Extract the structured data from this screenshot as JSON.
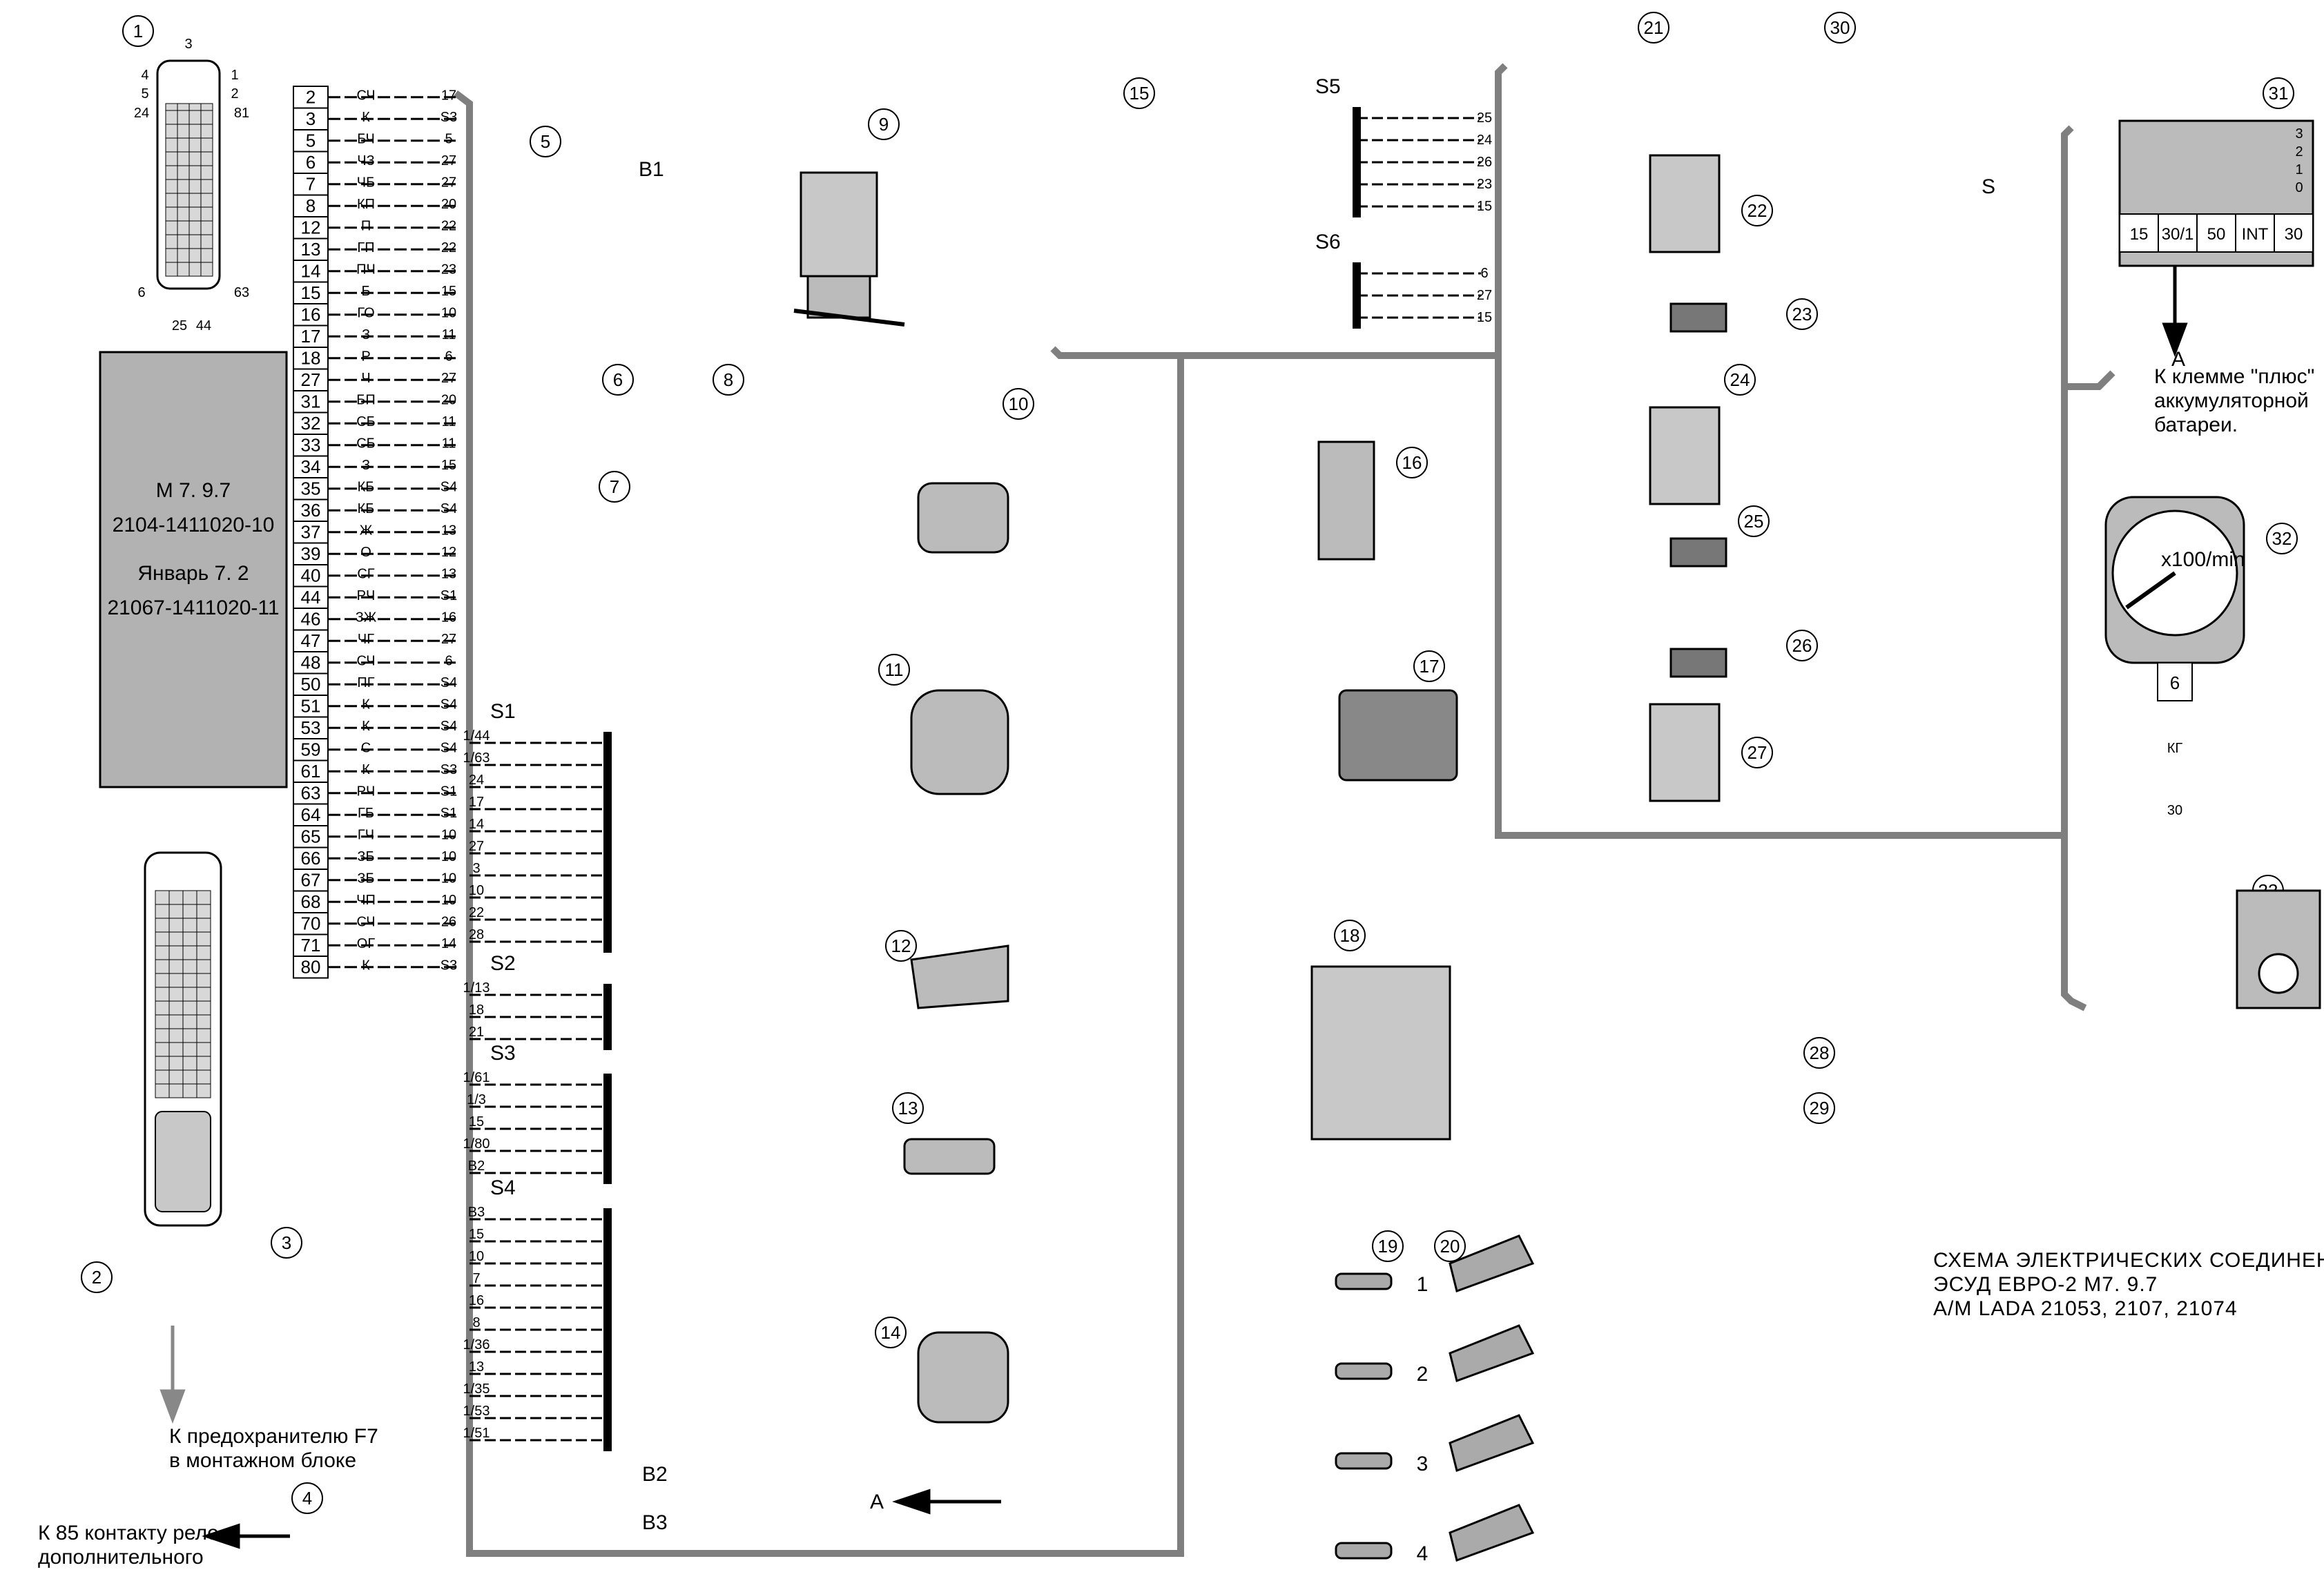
{
  "diagram": {
    "caption": {
      "line1": "СХЕМА ЭЛЕКТРИЧЕСКИХ СОЕДИНЕНИЙ",
      "line2": "ЭСУД ЕВРО-2 М7. 9.7",
      "line3": "А/М LADA 21053, 2107, 21074"
    },
    "ecu": {
      "line1": "М 7. 9.7",
      "line2": "2104-1411020-10",
      "line3": "Январь 7. 2",
      "line4": "21067-1411020-11",
      "pins": [
        "2",
        "3",
        "5",
        "6",
        "7",
        "8",
        "12",
        "13",
        "14",
        "15",
        "16",
        "17",
        "18",
        "27",
        "31",
        "32",
        "33",
        "34",
        "35",
        "36",
        "37",
        "39",
        "40",
        "44",
        "46",
        "47",
        "48",
        "50",
        "51",
        "53",
        "59",
        "61",
        "63",
        "64",
        "65",
        "66",
        "67",
        "68",
        "70",
        "71",
        "80"
      ],
      "wire_colors": [
        "СЧ",
        "К",
        "БЧ",
        "ЧЗ",
        "ЧБ",
        "КП",
        "П",
        "ГП",
        "ПЧ",
        "Б",
        "ГО",
        "З",
        "Р",
        "Ч",
        "БП",
        "СБ",
        "СБ",
        "З",
        "КБ",
        "КБ",
        "Ж",
        "О",
        "СГ",
        "РЧ",
        "ЗЖ",
        "ЧГ",
        "СЧ",
        "ПГ",
        "К",
        "К",
        "С",
        "К",
        "РЧ",
        "ГБ",
        "ГЧ",
        "ЗБ",
        "ЗБ",
        "ЧП",
        "СЧ",
        "ОГ",
        "К"
      ],
      "wire_ends": [
        "17",
        "S3",
        "5",
        "27",
        "27",
        "20",
        "22",
        "22",
        "23",
        "15",
        "10",
        "11",
        "6",
        "27",
        "20",
        "11",
        "11",
        "15",
        "S4",
        "S4",
        "13",
        "12",
        "13",
        "S1",
        "16",
        "27",
        "6",
        "S4",
        "S4",
        "S4",
        "S4",
        "S3",
        "S1",
        "S1",
        "10",
        "10",
        "10",
        "10",
        "26",
        "14",
        "S3"
      ]
    },
    "ecu_connector_labels": [
      "1",
      "2",
      "3",
      "4",
      "5",
      "6",
      "24",
      "25",
      "44",
      "63",
      "81"
    ],
    "components": {
      "c1": "1",
      "c2": "2",
      "c3": "3",
      "c4": "4",
      "c5": "5",
      "c6": "6",
      "c7": "7",
      "c8": "8",
      "c9": "9",
      "c10": "10",
      "c11": "11",
      "c12": "12",
      "c13": "13",
      "c14": "14",
      "c15": "15",
      "c16": "16",
      "c17": "17",
      "c18": "18",
      "c19": "19",
      "c20": "20",
      "c21": "21",
      "c22": "22",
      "c23": "23",
      "c24": "24",
      "c25": "25",
      "c26": "26",
      "c27": "27",
      "c28": "28",
      "c29": "29",
      "c30": "30",
      "c31": "31",
      "c32": "32",
      "c33": "33"
    },
    "splices": {
      "S1": "S1",
      "S2": "S2",
      "S3": "S3",
      "S4": "S4",
      "S5": "S5",
      "S6": "S6",
      "S": "S",
      "s1_wires": [
        "1/44",
        "1/63",
        "24",
        "17",
        "14",
        "27",
        "3",
        "10",
        "22",
        "28"
      ],
      "s2_wires": [
        "1/13",
        "18",
        "21"
      ],
      "s3_wires": [
        "1/61",
        "1/3",
        "15",
        "1/80",
        "В2"
      ],
      "s4_wires": [
        "В3",
        "15",
        "10",
        "7",
        "16",
        "8",
        "1/36",
        "13",
        "1/35",
        "1/53",
        "1/51"
      ],
      "s5_wires": [
        "25",
        "24",
        "26",
        "23",
        "15"
      ],
      "s6_wires": [
        "6",
        "27",
        "15"
      ]
    },
    "grounds": {
      "b1": "B1",
      "b2": "B2",
      "b3": "B3"
    },
    "notes": {
      "fuse": "К предохранителю F7",
      "fuse2": "в монтажном блоке",
      "relay": "К 85 контакту реле",
      "relay2": "дополнительного",
      "battery1": "К клемме \"плюс\"",
      "battery2": "аккумуляторной",
      "battery3": "батареи.",
      "arrow_a": "А"
    },
    "ignition_switch": {
      "terminals": [
        "15",
        "30/1",
        "50",
        "INT",
        "30"
      ],
      "positions": [
        "3",
        "2",
        "1",
        "0"
      ]
    },
    "tacho": {
      "label": "x100/min",
      "pin": "6",
      "wire": "КГ",
      "end": "30"
    },
    "cylinders": [
      "1",
      "2",
      "3",
      "4"
    ],
    "colors": {
      "wire": "#000000",
      "harness": "#7f7f7f",
      "ecu_fill": "#b2b2b2",
      "box_fill": "#c8c8c8"
    }
  }
}
